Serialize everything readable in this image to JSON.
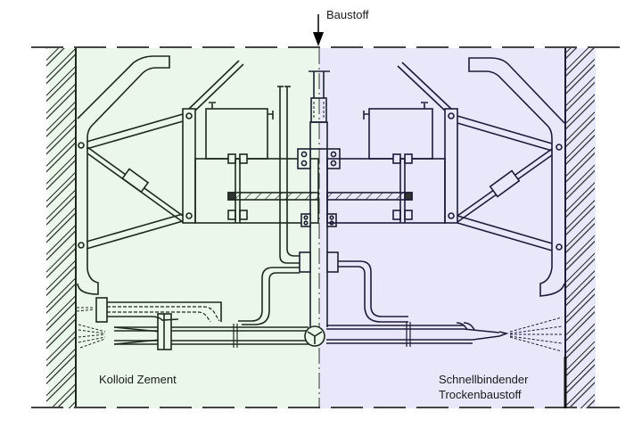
{
  "diagram": {
    "title_arrow_label": "Baustoff",
    "left_label": "Kolloid Zement",
    "right_label_line1": "Schnellbindender",
    "right_label_line2": "Trockenbaustoff",
    "colors": {
      "left_fill": "#eaf7ea",
      "right_fill": "#e8e8fa",
      "line_left": "#1c2a1c",
      "line_right": "#1c1c3a",
      "dash": "#444444"
    }
  }
}
